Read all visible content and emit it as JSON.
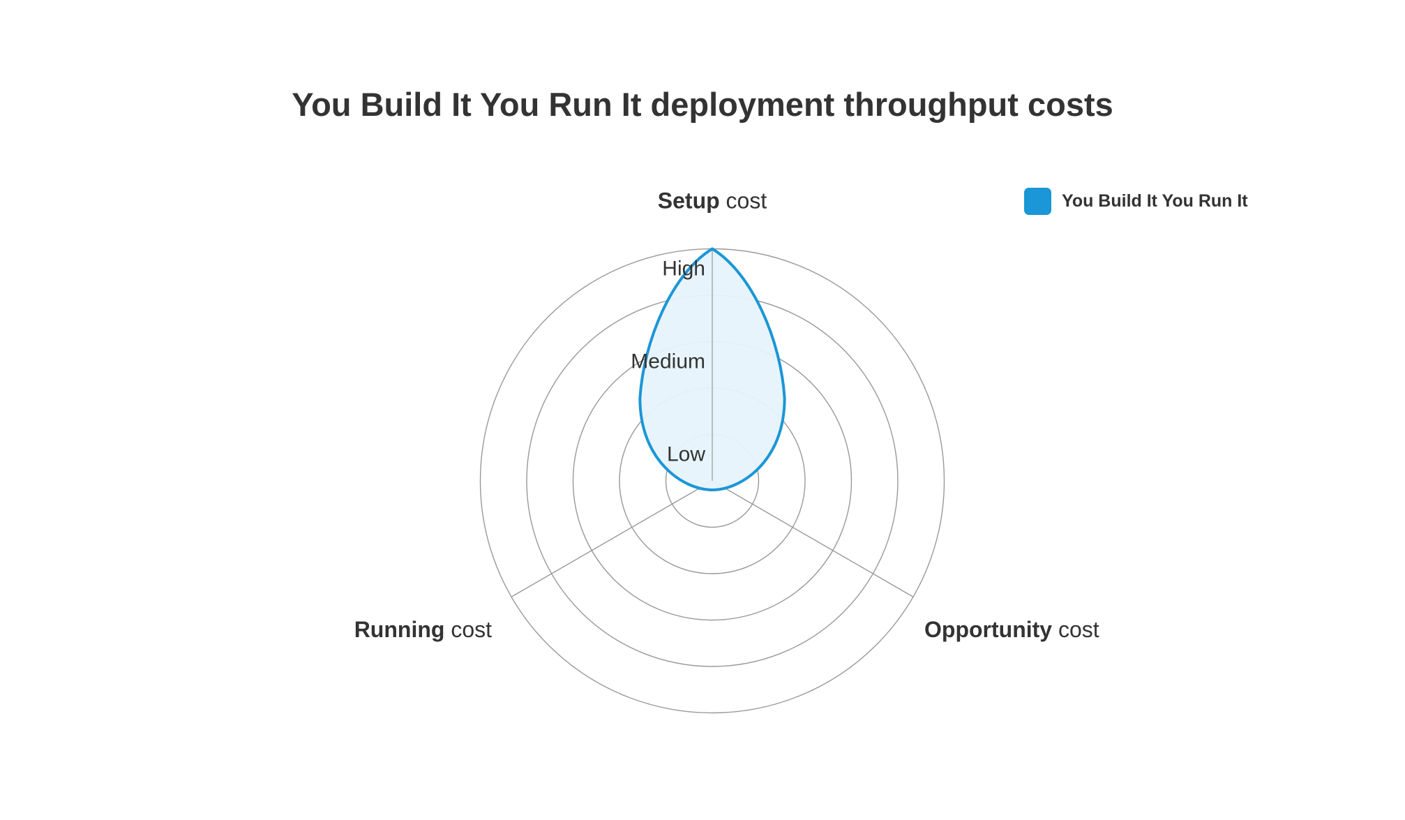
{
  "chart_data": {
    "type": "radar",
    "title": "You Build It You Run It deployment throughput costs",
    "axes": [
      {
        "bold": "Setup",
        "rest": " cost"
      },
      {
        "bold": "Opportunity",
        "rest": " cost"
      },
      {
        "bold": "Running",
        "rest": " cost"
      }
    ],
    "levels": [
      "Low",
      "Medium",
      "High"
    ],
    "rings": 5,
    "series": [
      {
        "name": "You Build It You Run It",
        "values": [
          5,
          0,
          0
        ],
        "color": "#1b96d6",
        "fill": "#e6f3fb"
      }
    ],
    "legend": "top-right",
    "grid": true
  }
}
